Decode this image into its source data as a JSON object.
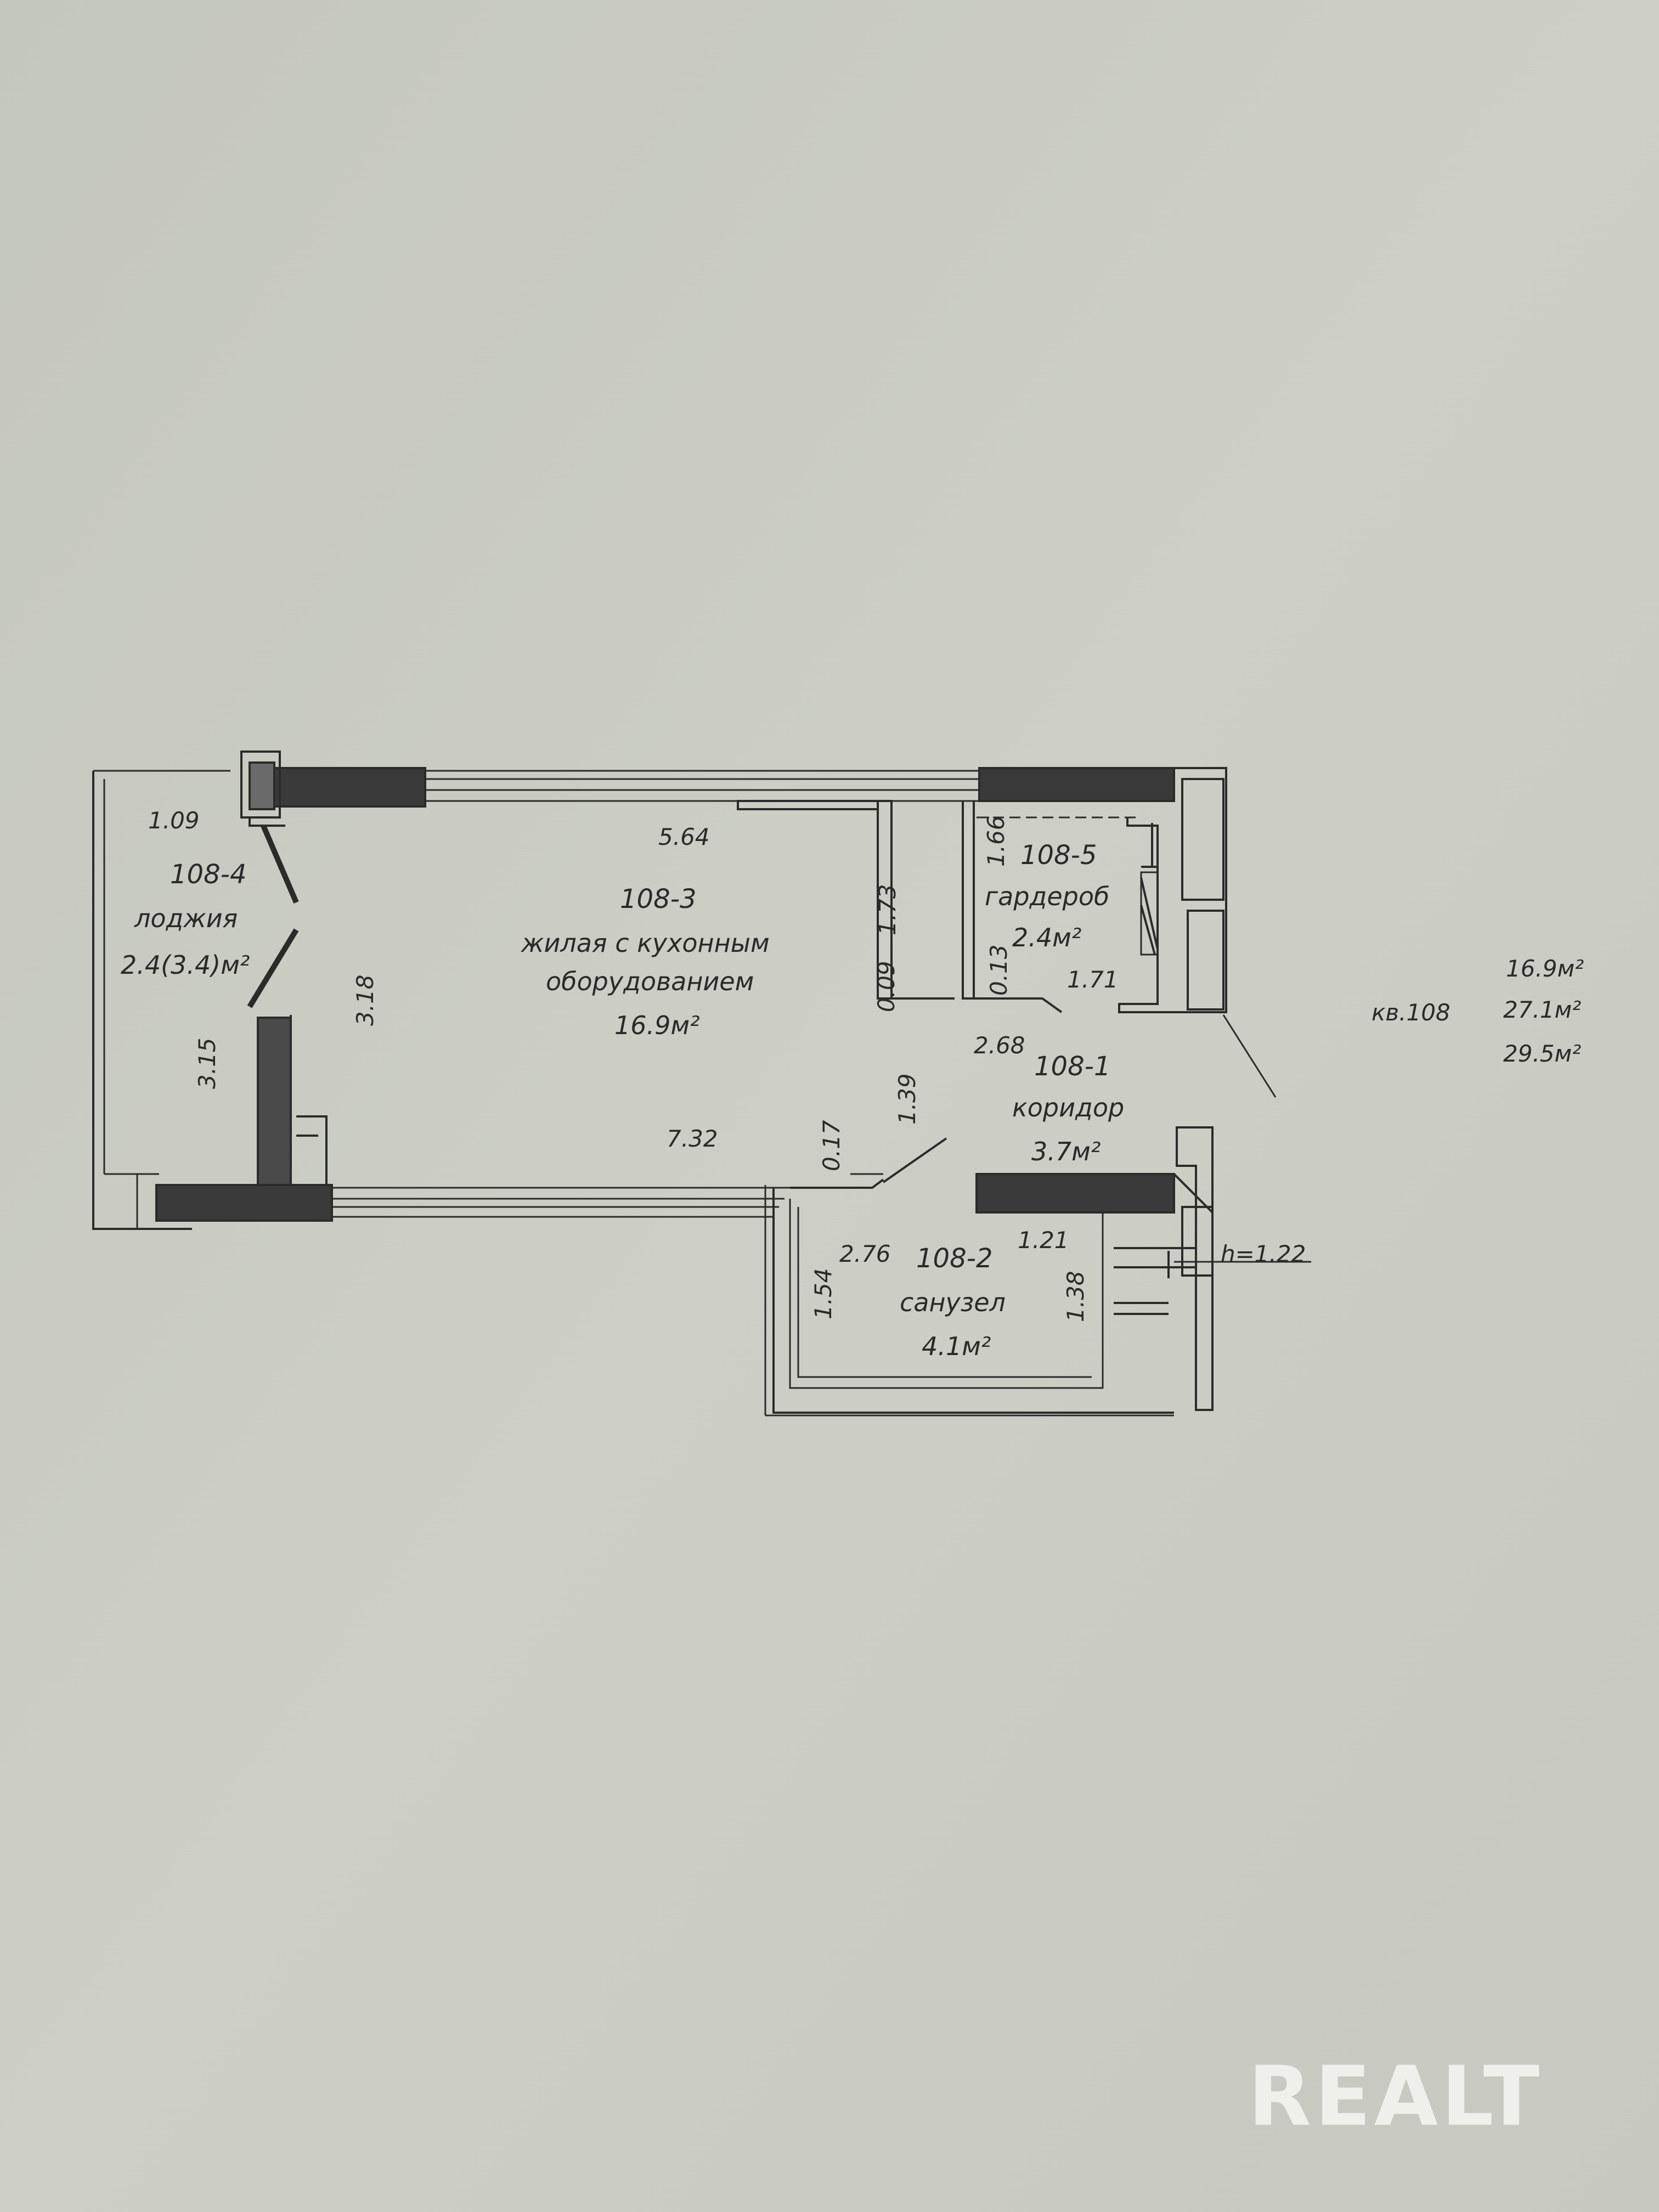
{
  "apartment": {
    "label": "кв.108",
    "areas": [
      "16.9м²",
      "27.1м²",
      "29.5м²"
    ]
  },
  "rooms": [
    {
      "id": "108-3",
      "name_line1": "жилая с кухонным",
      "name_line2": "оборудованием",
      "area": "16.9м²"
    },
    {
      "id": "108-4",
      "name": "лоджия",
      "area": "2.4(3.4)м²"
    },
    {
      "id": "108-5",
      "name": "гардероб",
      "area": "2.4м²"
    },
    {
      "id": "108-1",
      "name": "коридор",
      "area": "3.7м²"
    },
    {
      "id": "108-2",
      "name": "санузел",
      "area": "4.1м²"
    }
  ],
  "dimensions": {
    "loggia_width": "1.09",
    "loggia_length": "3.15",
    "living_top": "5.64",
    "living_bottom": "7.32",
    "living_height": "3.18",
    "wardrobe_height": "1.66",
    "wardrobe_width": "1.71",
    "wall_0_09": "0.09",
    "wall_1_73": "1.73",
    "wall_0_13": "0.13",
    "corridor_width": "2.68",
    "corridor_1_39": "1.39",
    "corridor_0_17": "0.17",
    "bath_width": "2.76",
    "bath_1_21": "1.21",
    "bath_height": "1.54",
    "bath_1_38": "1.38",
    "shaft_height": "h=1.22"
  },
  "watermark": "REALT",
  "colors": {
    "paper": "#c9cbc2",
    "ink": "#2a2a2a",
    "watermark": "#f4f4f1"
  }
}
